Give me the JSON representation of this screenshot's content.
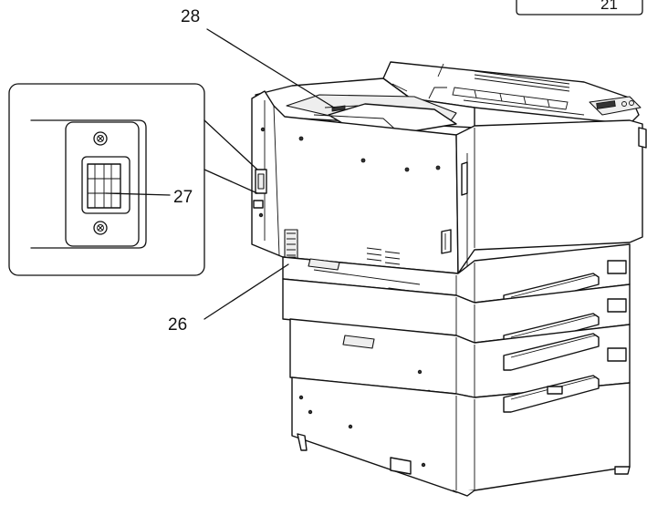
{
  "callouts": {
    "label_26": "26",
    "label_27": "27",
    "label_28": "28"
  },
  "page_tag": "21"
}
